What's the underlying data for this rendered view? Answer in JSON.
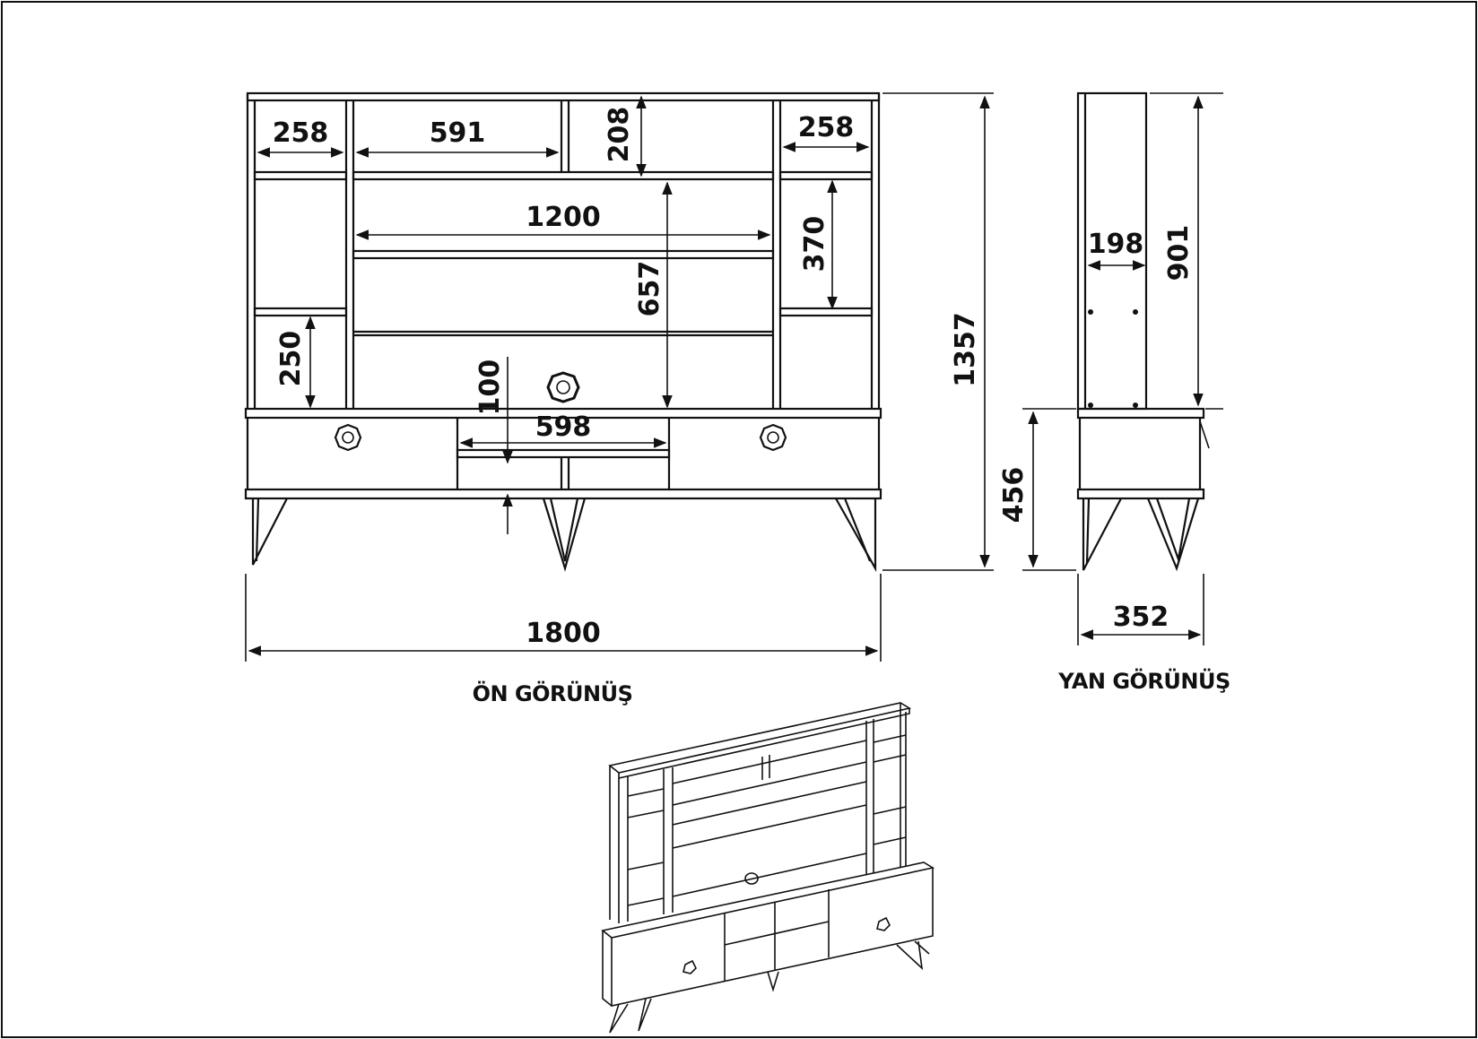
{
  "front_view": {
    "caption": "ÖN GÖRÜNÜŞ",
    "dims": {
      "left_cell_width": "258",
      "top_center_width": "591",
      "top_center_height": "208",
      "right_cell_width": "258",
      "inner_width": "1200",
      "side_cell_height": "370",
      "tv_area_height": "657",
      "low_cell_height": "250",
      "leg_height": "100",
      "middle_drawer_width": "598",
      "total_height": "1357",
      "total_width": "1800"
    }
  },
  "side_view": {
    "caption": "YAN GÖRÜNÜŞ",
    "dims": {
      "top_depth": "198",
      "upper_height": "901",
      "lower_height": "456",
      "total_depth": "352"
    }
  },
  "colors": {
    "line": "#111111",
    "background": "#ffffff"
  }
}
